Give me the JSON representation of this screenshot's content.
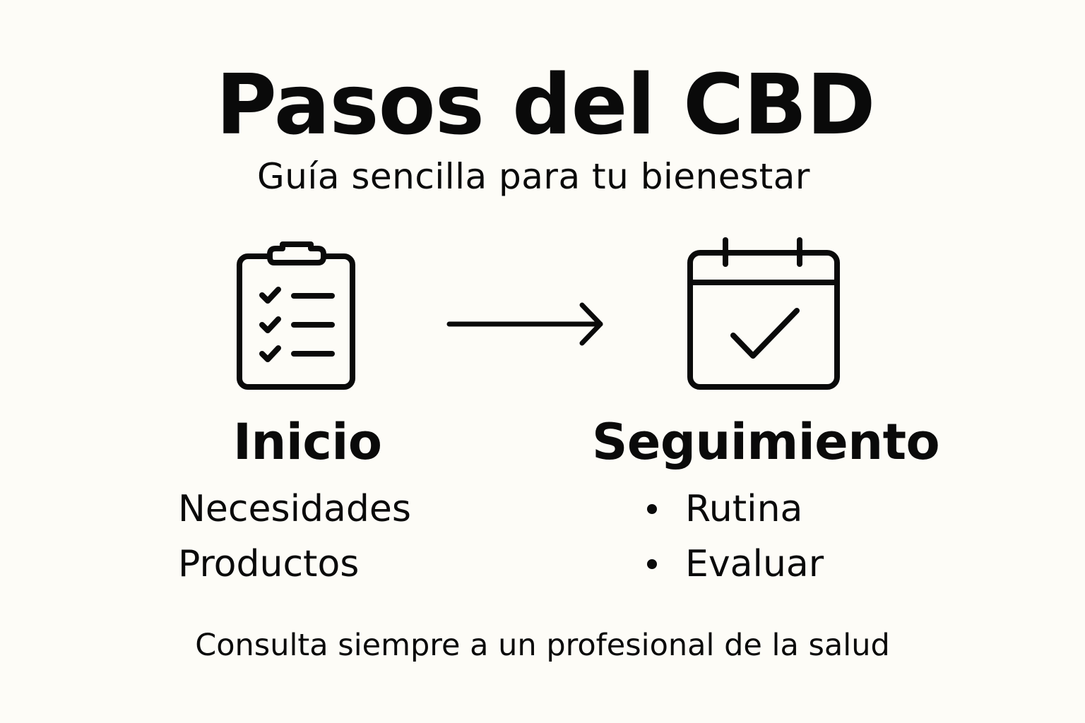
{
  "header": {
    "title": "Pasos del CBD",
    "subtitle": "Guía sencilla para tu bienestar"
  },
  "steps": [
    {
      "icon": "clipboard-checklist-icon",
      "title": "Inicio",
      "items": [
        "Necesidades",
        "Productos"
      ],
      "bulleted": false
    },
    {
      "icon": "calendar-check-icon",
      "title": "Seguimiento",
      "items": [
        "Rutina",
        "Evaluar"
      ],
      "bulleted": true
    }
  ],
  "connector": {
    "icon": "arrow-right-icon"
  },
  "footer": {
    "note": "Consulta siempre a un profesional de la salud"
  },
  "colors": {
    "background": "#fdfcf7",
    "foreground": "#0a0a0a"
  }
}
